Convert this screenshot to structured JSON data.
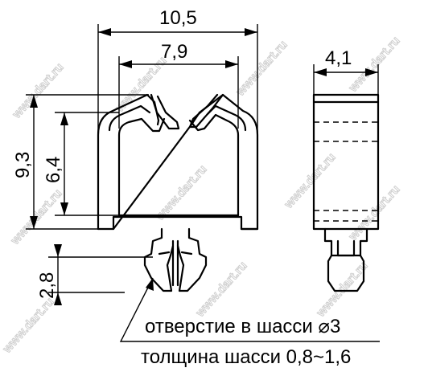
{
  "dimensions": {
    "total_width": "10,5",
    "inner_width": "7,9",
    "side_width": "4,1",
    "total_height": "9,3",
    "inner_height": "6,4",
    "leg_height": "2,8"
  },
  "notes": {
    "hole": "отверстие в шасси ⌀3",
    "thickness": "толщина шасси 0,8~1,6"
  },
  "watermark": {
    "text": "www.dart.ru"
  }
}
